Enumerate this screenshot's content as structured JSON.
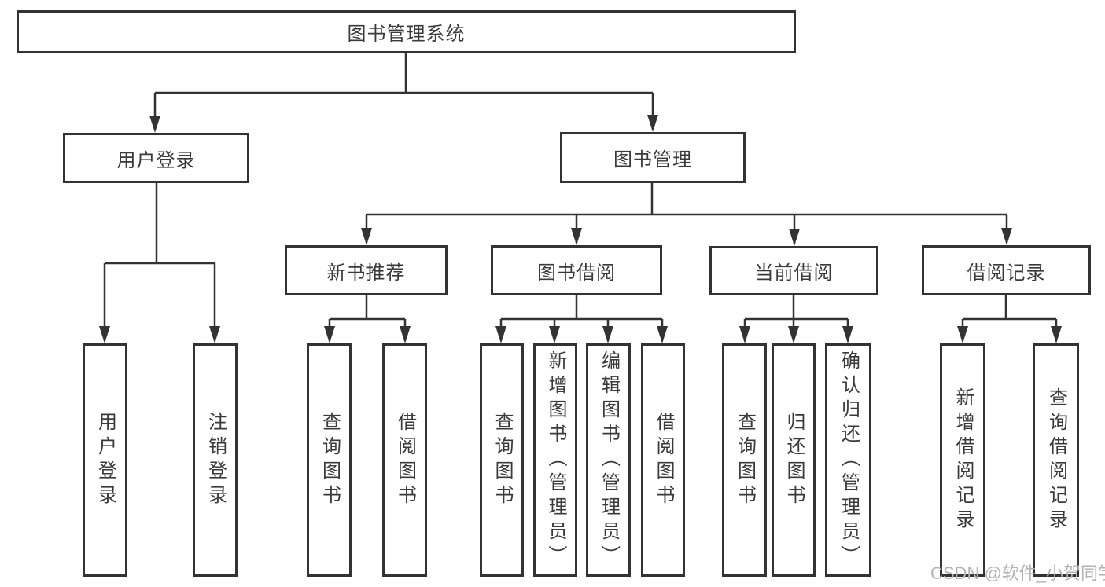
{
  "diagram": {
    "root": "图书管理系统",
    "level1": [
      "用户登录",
      "图书管理"
    ],
    "level2": [
      "新书推荐",
      "图书借阅",
      "当前借阅",
      "借阅记录"
    ],
    "leaves": [
      "用户登录",
      "注销登录",
      "查询图书",
      "借阅图书",
      "查询图书",
      "新增图书（管理员）",
      "编辑图书（管理员）",
      "借阅图书",
      "查询图书",
      "归还图书",
      "确认归还（管理员）",
      "新增借阅记录",
      "查询借阅记录"
    ]
  },
  "watermark": "CSDN @软件_小贺同学",
  "colors": {
    "line": "#333333",
    "text": "#3a3a3a",
    "watermark": "#b3b3b3",
    "background": "#ffffff"
  }
}
